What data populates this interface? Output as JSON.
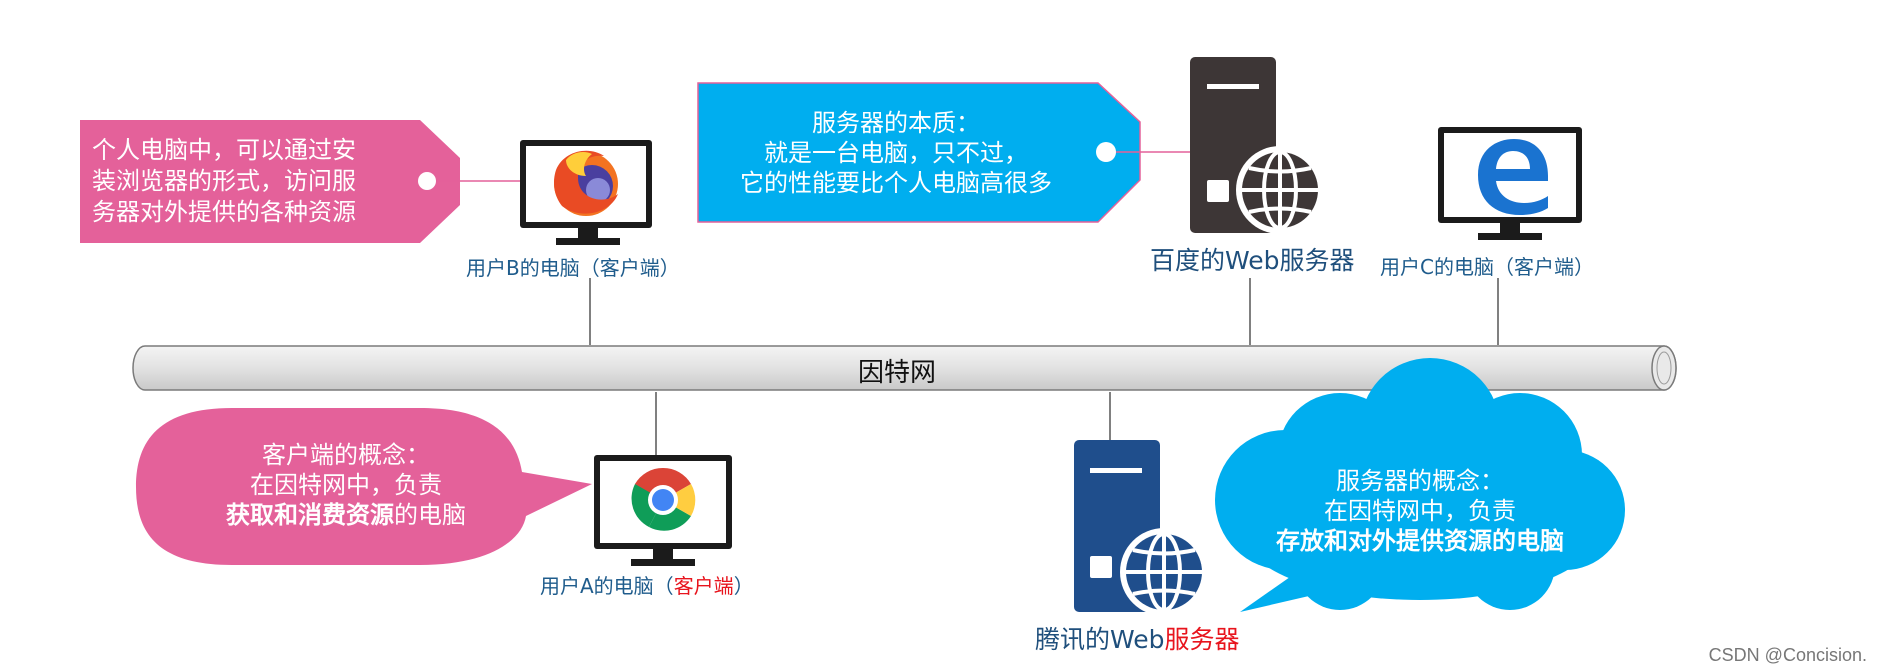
{
  "network": {
    "label": "因特网"
  },
  "callouts": {
    "personal_pc": {
      "lines": [
        "个人电脑中，可以通过安",
        "装浏览器的形式，访问服",
        "务器对外提供的各种资源"
      ]
    },
    "server_essence": {
      "lines": [
        "服务器的本质：",
        "就是一台电脑，只不过，",
        "它的性能要比个人电脑高很多"
      ]
    },
    "client_concept": {
      "line1": "客户端的概念：",
      "line2": "在因特网中，负责",
      "line3_bold": "获取和消费资源",
      "line3_rest": "的电脑"
    },
    "server_concept": {
      "line1": "服务器的概念：",
      "line2": "在因特网中，负责",
      "line3": "存放和对外提供资源的电脑"
    }
  },
  "nodes": {
    "user_b": {
      "label": "用户B的电脑（客户端）",
      "icon": "firefox-icon"
    },
    "baidu_server": {
      "label": "百度的Web服务器",
      "icon": "server-globe-icon"
    },
    "user_c": {
      "label": "用户C的电脑（客户端）",
      "icon": "edge-icon"
    },
    "user_a": {
      "label_prefix": "用户A的电脑（",
      "label_highlight": "客户端",
      "label_suffix": "）",
      "icon": "chrome-icon"
    },
    "tencent_server": {
      "label_prefix": "腾讯的Web",
      "label_highlight": "服务器",
      "icon": "server-globe-icon"
    }
  },
  "watermark": "CSDN @Concision.",
  "colors": {
    "pink": "#e4619a",
    "cyan": "#00aeef",
    "dark_server": "#3d3636",
    "blue_server": "#1f4e8c",
    "label_blue": "#1f5c8c",
    "highlight_red": "#e8141d"
  }
}
